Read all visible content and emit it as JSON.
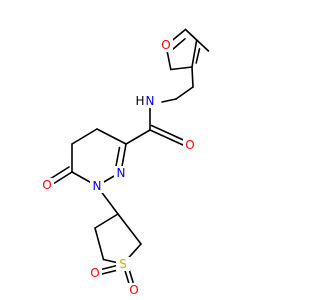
{
  "molecule": {
    "atoms": [
      {
        "id": "O_furan",
        "label": "O",
        "color": "#ff0000"
      },
      {
        "id": "N_amide",
        "label": "N",
        "color": "#0000ff"
      },
      {
        "id": "H_amide",
        "label": "H",
        "color": "#000000"
      },
      {
        "id": "O_amide",
        "label": "O",
        "color": "#ff0000"
      },
      {
        "id": "O_keto",
        "label": "O",
        "color": "#ff0000"
      },
      {
        "id": "N_ring1",
        "label": "N",
        "color": "#0000ff"
      },
      {
        "id": "N_ring2",
        "label": "N",
        "color": "#0000ff"
      },
      {
        "id": "S",
        "label": "S",
        "color": "#c8b400"
      },
      {
        "id": "O_s1",
        "label": "O",
        "color": "#ff0000"
      },
      {
        "id": "O_s2",
        "label": "O",
        "color": "#ff0000"
      }
    ],
    "colors": {
      "bond": "#000000",
      "oxygen": "#ff0000",
      "nitrogen": "#0000ff",
      "sulfur": "#c8b400",
      "carbon": "#000000"
    }
  }
}
